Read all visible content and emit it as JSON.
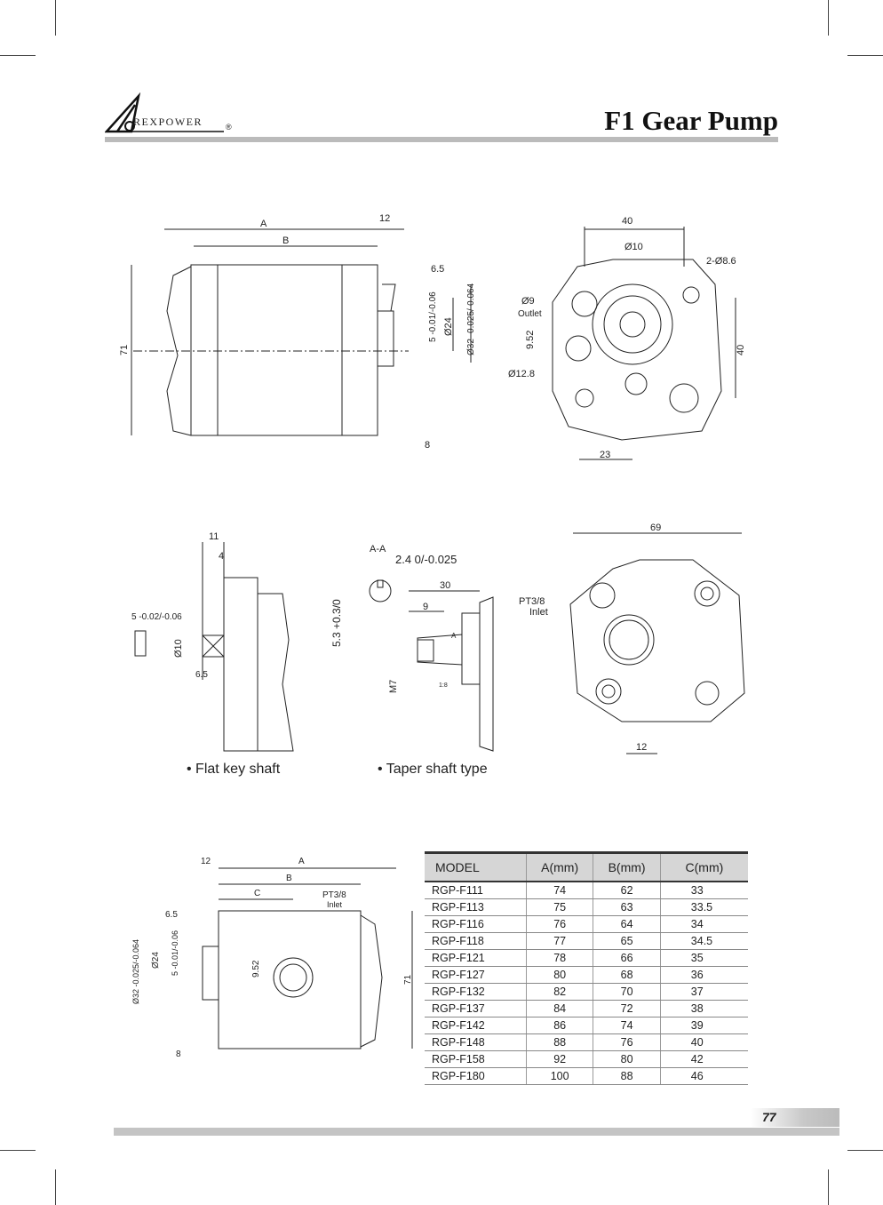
{
  "header": {
    "brand": "REXPOWER",
    "registered": "®",
    "title": "F1 Gear Pump"
  },
  "drawing_side": {
    "A": "A",
    "B": "B",
    "d12": "12",
    "d65": "6.5",
    "d71": "71",
    "d8": "8",
    "key": "5 -0.01/-0.06",
    "d24": "Ø24",
    "d32": "Ø32 -0.025/-0.064"
  },
  "drawing_front": {
    "d40": "40",
    "d10": "Ø10",
    "holes": "2-Ø8.6",
    "d9": "Ø9",
    "outlet": "Outlet",
    "d952": "9.52",
    "d128": "Ø12.8",
    "d40v": "40",
    "d23": "23"
  },
  "drawing_flat": {
    "d11": "11",
    "d4": "4",
    "key": "5 -0.02/-0.06",
    "d10": "Ø10",
    "d65": "6.5",
    "caption": "• Flat key shaft"
  },
  "drawing_taper": {
    "section": "A-A",
    "key": "2.4 0/-0.025",
    "d30": "30",
    "d9": "9",
    "d53": "5.3 +0.3/0",
    "m7": "M7",
    "taper": "1:8",
    "markA": "A",
    "caption": "• Taper shaft type"
  },
  "drawing_rear": {
    "d69": "69",
    "port": "PT3/8",
    "inlet": "Inlet",
    "d12": "12"
  },
  "drawing_bottom": {
    "d12": "12",
    "A": "A",
    "B": "B",
    "C": "C",
    "port": "PT3/8",
    "inlet": "Inlet",
    "d65": "6.5",
    "d32": "Ø32 -0.025/-0.064",
    "d24": "Ø24",
    "key": "5 -0.01/-0.06",
    "d952": "9.52",
    "d71": "71",
    "d8": "8"
  },
  "table": {
    "headers": [
      "MODEL",
      "A(mm)",
      "B(mm)",
      "C(mm)"
    ],
    "rows": [
      [
        "RGP-F111",
        "74",
        "62",
        "33"
      ],
      [
        "RGP-F113",
        "75",
        "63",
        "33.5"
      ],
      [
        "RGP-F116",
        "76",
        "64",
        "34"
      ],
      [
        "RGP-F118",
        "77",
        "65",
        "34.5"
      ],
      [
        "RGP-F121",
        "78",
        "66",
        "35"
      ],
      [
        "RGP-F127",
        "80",
        "68",
        "36"
      ],
      [
        "RGP-F132",
        "82",
        "70",
        "37"
      ],
      [
        "RGP-F137",
        "84",
        "72",
        "38"
      ],
      [
        "RGP-F142",
        "86",
        "74",
        "39"
      ],
      [
        "RGP-F148",
        "88",
        "76",
        "40"
      ],
      [
        "RGP-F158",
        "92",
        "80",
        "42"
      ],
      [
        "RGP-F180",
        "100",
        "88",
        "46"
      ]
    ]
  },
  "footer": {
    "page_number": "77"
  }
}
